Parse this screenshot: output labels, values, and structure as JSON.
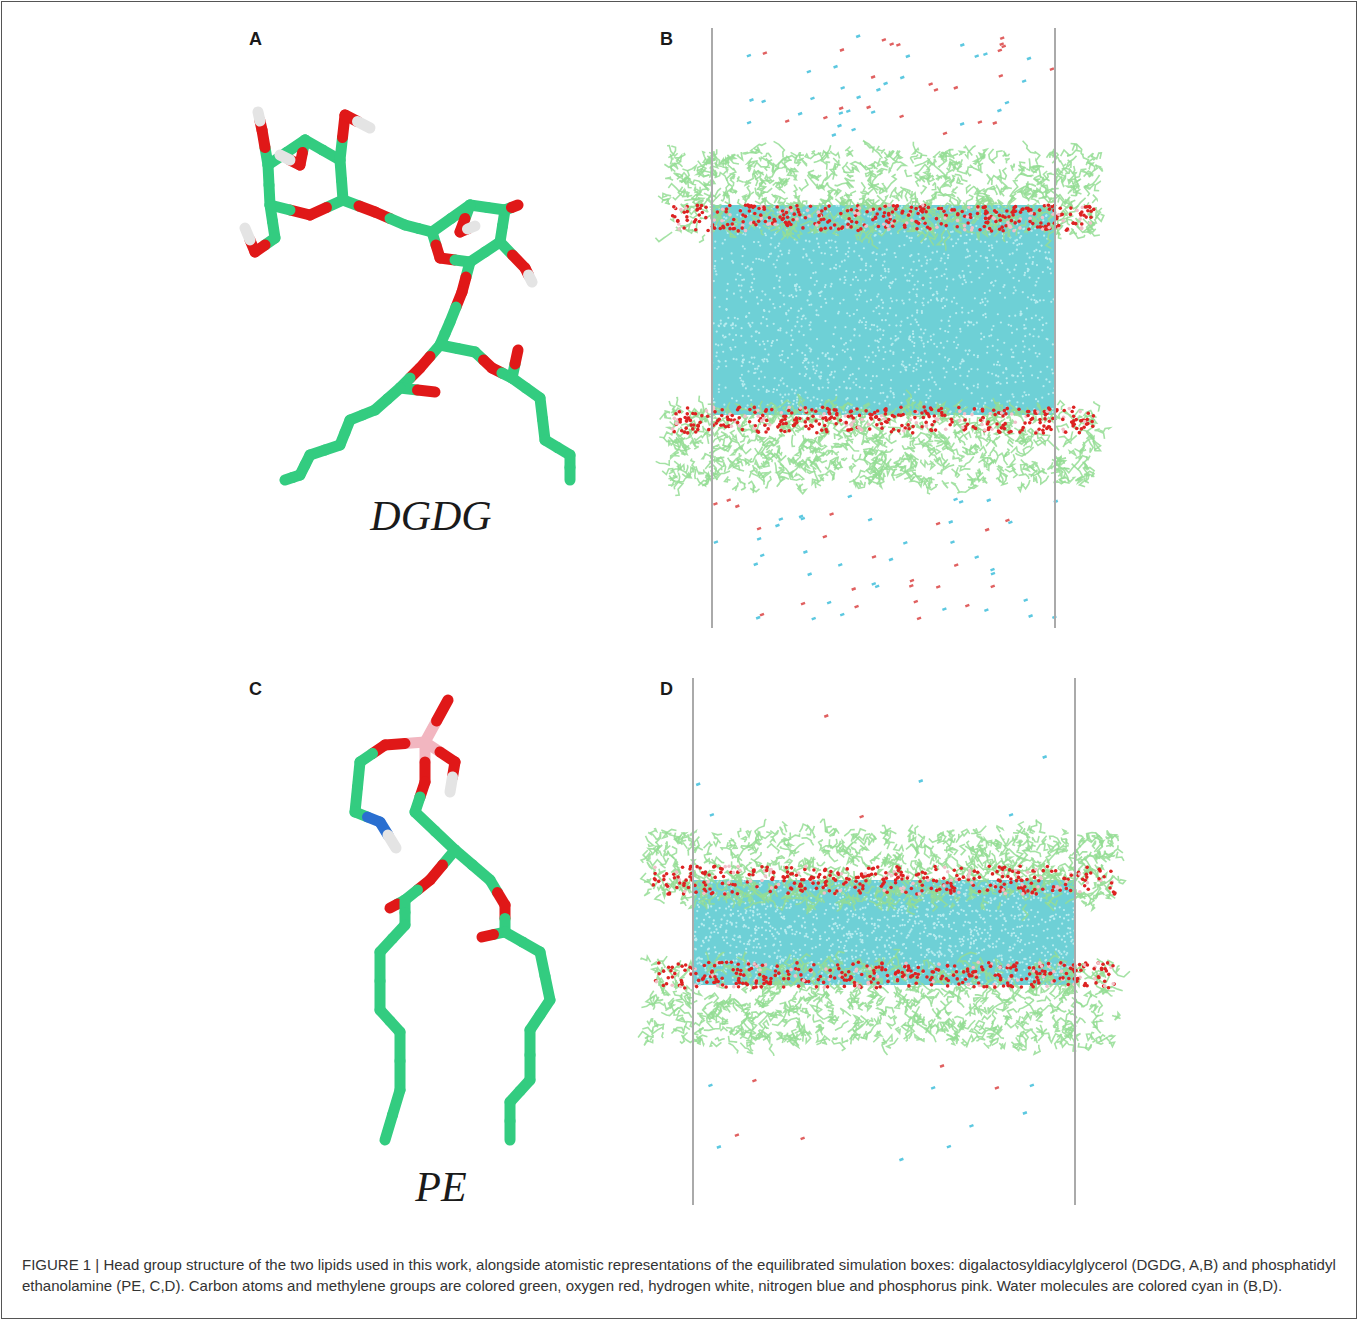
{
  "diagram": {
    "caption": "FIGURE 1 | Head group structure of the two lipids used in this work, alongside atomistic representations of the equilibrated simulation boxes: digalactosyldiacylglycerol (DGDG, A,B) and phosphatidyl ethanolamine (PE, C,D). Carbon atoms and methylene groups are colored green, oxygen red, hydrogen white, nitrogen blue and phosphorus pink. Water molecules are colored cyan in (B,D).",
    "labels": [
      "A",
      "B",
      "DGDG",
      "C",
      "D",
      "PE"
    ]
  }
}
